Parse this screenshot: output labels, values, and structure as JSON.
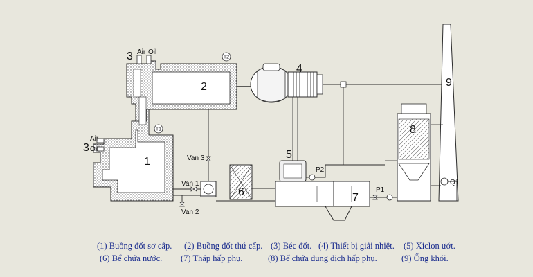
{
  "diagram": {
    "numbers": {
      "n1": "1",
      "n2": "2",
      "n3a": "3",
      "n3b": "3",
      "n4": "4",
      "n5": "5",
      "n6": "6",
      "n7": "7",
      "n8": "8",
      "n9": "9"
    },
    "labels": {
      "air_top": "Air",
      "oil_top": "Oil",
      "air_left": "Air",
      "oil_left": "Oil",
      "t1": "T1",
      "t2": "T2",
      "van1": "Van 1",
      "van2": "Van 2",
      "van3": "Van 3",
      "p1": "P1",
      "p2": "P2",
      "q1": "Q1"
    }
  },
  "legend": {
    "row1": [
      "(1) Buồng đốt sơ cấp.",
      "(2) Buồng đốt thứ cấp.",
      "(3) Béc đốt.",
      "(4) Thiết bị giải nhiệt.",
      "(5) Xiclon ướt."
    ],
    "row2": [
      "(6) Bể chứa nước.",
      "(7) Tháp hấp phụ.",
      "(8) Bể chứa dung dịch hấp phụ.",
      "(9) Ống khói."
    ]
  },
  "colors": {
    "background": "#e8e7dd",
    "line": "#2b2b2b",
    "legend_text": "#1d2f8f"
  }
}
